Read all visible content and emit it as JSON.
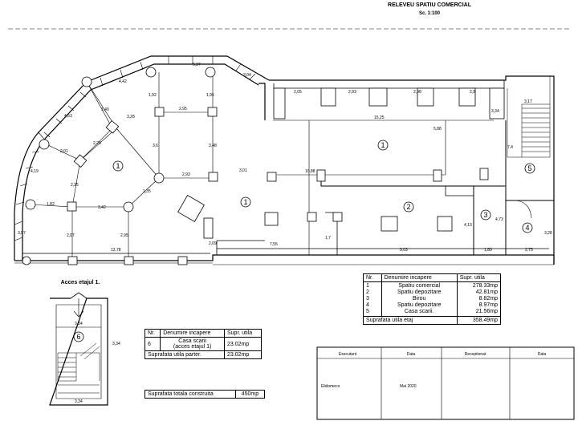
{
  "header": {
    "title": "RELEVEU SPATIU COMERCIAL",
    "scale": "Sc. 1:100"
  },
  "plan": {
    "room_numbers": [
      "1",
      "1",
      "1",
      "2",
      "3",
      "4",
      "5",
      "6"
    ],
    "access_label": "Acces etajul 1.",
    "dimensions": {
      "top_5_37": "5,37",
      "top_4_42": "4,42",
      "top_3_04": "3,04",
      "left_4_53": "4,53",
      "left_4_19": "4,19",
      "left_3_57": "3,57",
      "d_1_92a": "1,92",
      "d_1_95": "1,95",
      "d_1_40": "1,40",
      "d_2_95": "2,95",
      "d_3_28": "3,28",
      "d_2_26": "2,26",
      "d_3_6": "3,6",
      "d_3_48": "3,48",
      "d_2_01": "2,01",
      "d_2_25": "2,25",
      "d_2_93": "2,93",
      "d_1_35": "1,35",
      "d_3_01": "3,01",
      "d_1_82": "1,82",
      "d_3_42": "3,42",
      "d_2_07": "2,07",
      "d_2_95b": "2,95",
      "d_12_78": "12,78",
      "d_7_55": "7,55",
      "d_2_05": "2,05",
      "d_2_93b": "2,93",
      "d_2_98": "2,98",
      "d_2_9": "2,9",
      "d_15_25": "15,25",
      "d_10_88": "10,88",
      "d_5_88": "5,88",
      "d_3_34": "3,34",
      "d_3_17": "3,17",
      "d_7_4": "7,4",
      "d_9_03": "9,03",
      "d_4_13": "4,13",
      "d_4_73": "4,73",
      "d_1_89": "1,89",
      "d_2_75": "2,75",
      "d_3_34b": "3,34",
      "d_3_34c": "3,34",
      "d_1_7": "1,7",
      "d_2_09": "2,09"
    }
  },
  "legend_main": {
    "headers": [
      "Nr.",
      "Denumire incapere",
      "Supr. utila"
    ],
    "rows": [
      {
        "nr": "1",
        "name": "Spatiu comercial",
        "area": "278.33mp"
      },
      {
        "nr": "2",
        "name": "Spatiu depozitare",
        "area": "42.81mp"
      },
      {
        "nr": "3",
        "name": "Birou",
        "area": "8.82mp"
      },
      {
        "nr": "4",
        "name": "Spatiu depozitare",
        "area": "8.97mp"
      },
      {
        "nr": "5",
        "name": "Casa scarii.",
        "area": "21.56mp"
      }
    ],
    "total_label": "Suprafata utila etaj",
    "total_value": "358.49mp"
  },
  "legend_ground": {
    "headers": [
      "Nr.",
      "Denumire incapere",
      "Supr. utila"
    ],
    "row": {
      "nr": "6",
      "name": "Casa scarii\n(acces etajul 1)",
      "area": "23.02mp"
    },
    "total_label": "Suprafata utila parter.",
    "total_value": "23.02mp"
  },
  "total_built": {
    "label": "Suprafata totala construita",
    "value": "450mp"
  },
  "title_block": {
    "headers": [
      "Executant",
      "Data",
      "Receptionat",
      "Data"
    ],
    "executant": "Elidomeco",
    "date": "Mai 2020"
  },
  "colors": {
    "line": "#000000",
    "background": "#ffffff"
  }
}
